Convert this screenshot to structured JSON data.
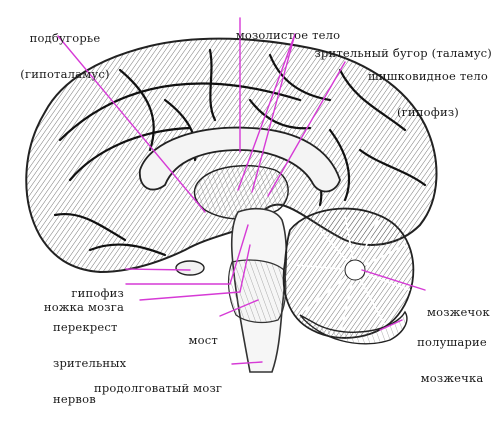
{
  "colors": {
    "leader": "#d63ad6",
    "ink": "#1a1a1a",
    "paper": "#ffffff"
  },
  "labels": {
    "hypothalamus": [
      "подбугорье",
      "(гипоталамус)"
    ],
    "corpus_callosum": [
      "мозолистое тело"
    ],
    "thalamus": [
      "зрительный бугор (таламус)"
    ],
    "pineal": [
      "шишковидное тело",
      "(гипофиз)"
    ],
    "hypophysis": [
      "гипофиз"
    ],
    "cerebral_peduncle": [
      "ножка мозга"
    ],
    "optic_chiasm": [
      "перекрест",
      "зрительных",
      "нервов"
    ],
    "pons": [
      "мост"
    ],
    "medulla": [
      "продолговатый мозг"
    ],
    "cerebellum": [
      "мозжечок"
    ],
    "cerebellar_hemisphere": [
      "полушарие",
      "мозжечка"
    ]
  }
}
